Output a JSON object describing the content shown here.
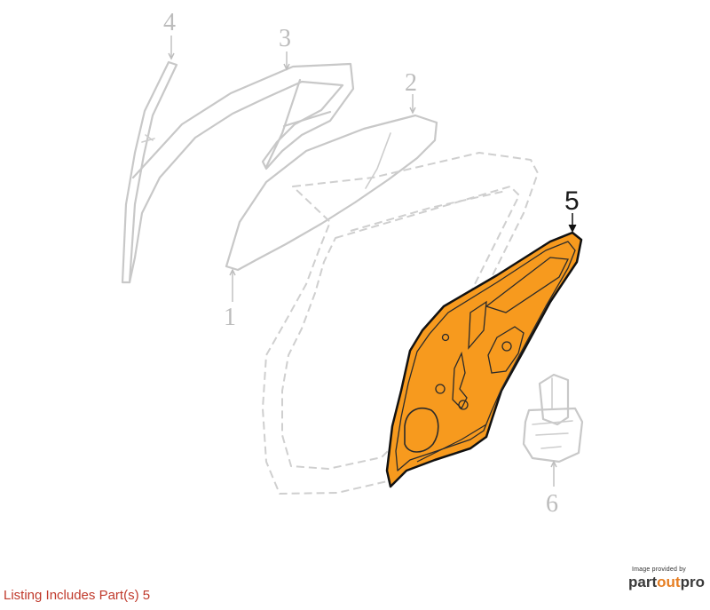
{
  "callouts": {
    "c1": "1",
    "c2": "2",
    "c3": "3",
    "c4": "4",
    "c5": "5",
    "c6": "6"
  },
  "listing_text": "Listing Includes Part(s) 5",
  "credit": {
    "caption": "Image provided by",
    "brand_a": "part",
    "brand_b": "out",
    "brand_c": "pro"
  },
  "colors": {
    "highlight_fill": "#f79a1e",
    "highlight_stroke": "#111111",
    "ghost_stroke": "#c8c8c8",
    "listing_text": "#c0392b",
    "brand_accent": "#e67e22"
  }
}
